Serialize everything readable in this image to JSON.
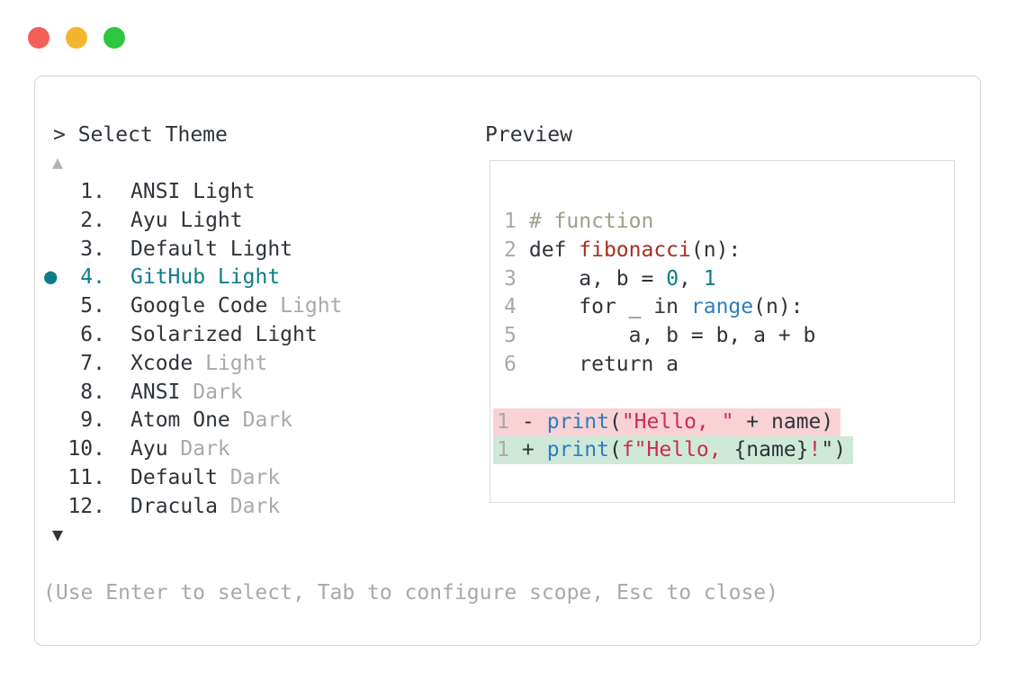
{
  "colors": {
    "accent": "#0e7d88",
    "text_dark": "#2f343a",
    "text_gray": "#a7a9ab",
    "comment": "#9aa08c",
    "function_red": "#a6301f",
    "string_red": "#cf2b52",
    "keyword_blue": "#2e7dbd",
    "removed_bg": "#f8d2d5",
    "added_bg": "#cfe9d8",
    "window_border": "#d6d6d6",
    "traffic_red": "#f3605a",
    "traffic_yellow": "#f2b52e",
    "traffic_green": "#2dc641"
  },
  "window_controls": {
    "icons": [
      "close-icon",
      "minimize-icon",
      "maximize-icon"
    ]
  },
  "header": {
    "title": "> Select Theme"
  },
  "scroll_indicators": {
    "up": "▲",
    "down": "▼"
  },
  "theme_list": {
    "items": [
      {
        "num": "1.",
        "name": "ANSI Light",
        "suffix": ""
      },
      {
        "num": "2.",
        "name": "Ayu Light",
        "suffix": ""
      },
      {
        "num": "3.",
        "name": "Default Light",
        "suffix": ""
      },
      {
        "num": "4.",
        "name": "GitHub Light",
        "suffix": "",
        "bullet": "●",
        "selected": true
      },
      {
        "num": "5.",
        "name": "Google Code",
        "suffix": " Light"
      },
      {
        "num": "6.",
        "name": "Solarized Light",
        "suffix": ""
      },
      {
        "num": "7.",
        "name": "Xcode",
        "suffix": " Light"
      },
      {
        "num": "8.",
        "name": "ANSI",
        "suffix": " Dark"
      },
      {
        "num": "9.",
        "name": "Atom One",
        "suffix": " Dark"
      },
      {
        "num": "10.",
        "name": "Ayu",
        "suffix": " Dark"
      },
      {
        "num": "11.",
        "name": "Default",
        "suffix": " Dark"
      },
      {
        "num": "12.",
        "name": "Dracula",
        "suffix": " Dark"
      }
    ]
  },
  "preview": {
    "label": "Preview",
    "code_lines": [
      {
        "num": "1",
        "tokens": [
          {
            "text": "# function",
            "type": "comment"
          }
        ]
      },
      {
        "num": "2",
        "tokens": [
          {
            "text": "def ",
            "type": "default"
          },
          {
            "text": "fibonacci",
            "type": "function"
          },
          {
            "text": "(n):",
            "type": "default"
          }
        ]
      },
      {
        "num": "3",
        "tokens": [
          {
            "text": "    a, b = ",
            "type": "default"
          },
          {
            "text": "0",
            "type": "number"
          },
          {
            "text": ", ",
            "type": "default"
          },
          {
            "text": "1",
            "type": "number"
          }
        ]
      },
      {
        "num": "4",
        "tokens": [
          {
            "text": "    for _ in ",
            "type": "default"
          },
          {
            "text": "range",
            "type": "builtin"
          },
          {
            "text": "(n):",
            "type": "default"
          }
        ]
      },
      {
        "num": "5",
        "tokens": [
          {
            "text": "        a, b = b, a + b",
            "type": "default"
          }
        ]
      },
      {
        "num": "6",
        "tokens": [
          {
            "text": "    return a",
            "type": "default"
          }
        ]
      }
    ],
    "diff_lines": [
      {
        "num": "1",
        "sign": "-",
        "tokens": [
          {
            "text": "print",
            "type": "builtin"
          },
          {
            "text": "(",
            "type": "default"
          },
          {
            "text": "\"Hello, \"",
            "type": "string"
          },
          {
            "text": " + name)",
            "type": "default"
          }
        ]
      },
      {
        "num": "1",
        "sign": "+",
        "tokens": [
          {
            "text": "print",
            "type": "builtin"
          },
          {
            "text": "(",
            "type": "default"
          },
          {
            "text": "f\"Hello, ",
            "type": "string"
          },
          {
            "text": "{name}",
            "type": "default"
          },
          {
            "text": "!",
            "type": "string"
          },
          {
            "text": "\")",
            "type": "default"
          }
        ]
      }
    ]
  },
  "footer": {
    "hint": "(Use Enter to select, Tab to configure scope, Esc to close)"
  }
}
